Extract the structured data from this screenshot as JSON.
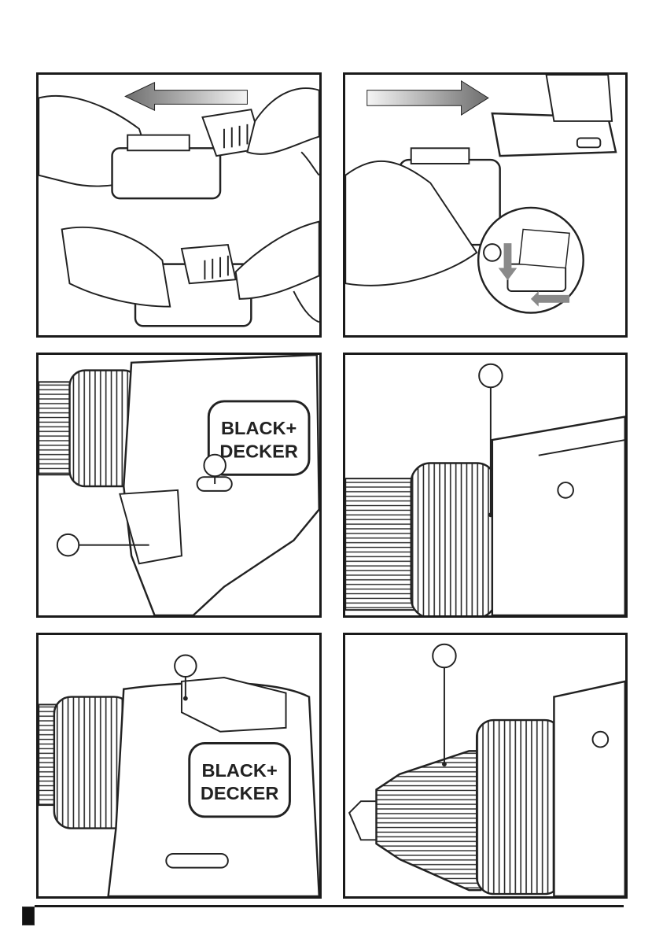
{
  "figures": [
    {
      "id": "A",
      "callouts": 0
    },
    {
      "id": "B",
      "callouts": 1
    },
    {
      "id": "C",
      "callouts": 2
    },
    {
      "id": "D",
      "callouts": 1
    },
    {
      "id": "E",
      "callouts": 1
    },
    {
      "id": "F",
      "callouts": 1
    }
  ],
  "logo": {
    "text_line1": "BLACK+",
    "text_line2": "DECKER"
  },
  "colors": {
    "line": "#1a1a1a",
    "arrow_gray": "#8a8a8a"
  }
}
